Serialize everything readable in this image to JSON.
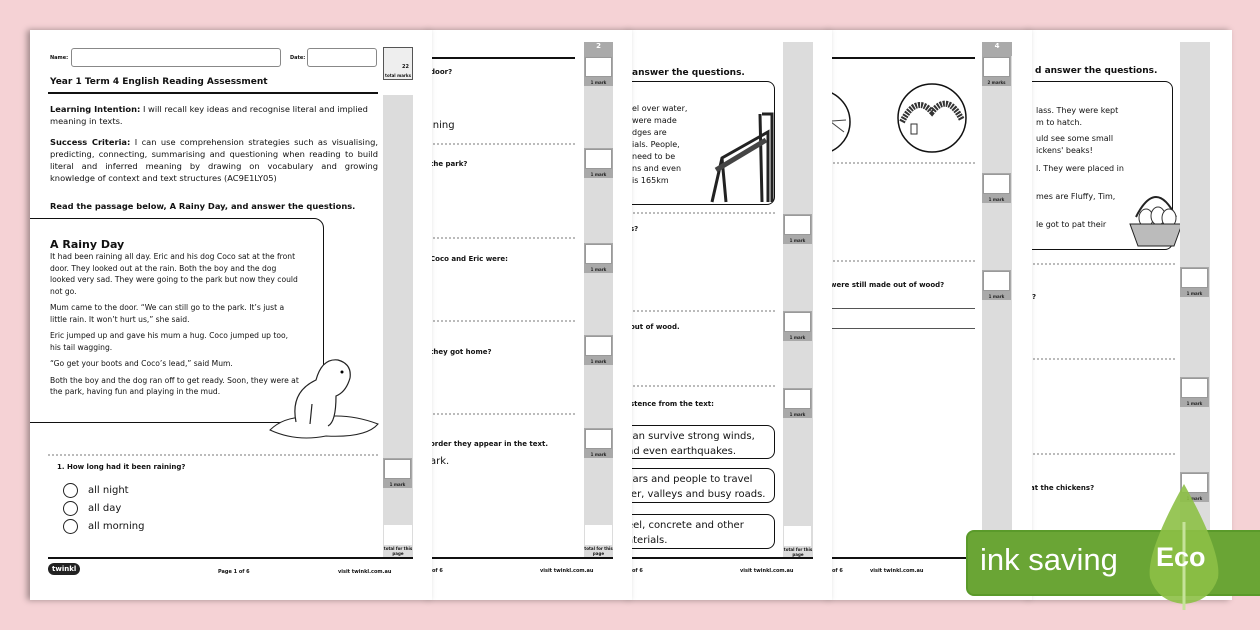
{
  "page1": {
    "name_label": "Name:",
    "date_label": "Date:",
    "total_marks": "22",
    "total_marks_label": "total marks",
    "title": "Year 1 Term 4 English Reading Assessment",
    "intention_label": "Learning Intention:",
    "intention": " I will recall key ideas and recognise literal and implied meaning in texts.",
    "criteria_label": "Success Criteria:",
    "criteria": " I can use comprehension strategies such as visualising, predicting, connecting, summarising and questioning when reading to build literal and inferred meaning by drawing on vocabulary and growing knowledge of context and text structures (AC9E1LY05)",
    "instruction": "Read the passage below, A Rainy Day, and answer the questions.",
    "story_title": "A Rainy Day",
    "story": [
      "It had been raining all day. Eric and his dog Coco sat at the front door. They looked out at the rain. Both the boy and the dog looked very sad. They were going to the park but now they could not go.",
      "Mum came to the door. “We can still go to the park. It’s just a little rain. It won’t hurt us,” she said.",
      "Eric jumped up and gave his mum a hug.  Coco jumped up too, his tail wagging.",
      "“Go get your boots and Coco’s lead,” said Mum.",
      "Both the boy and the dog ran off to get ready. Soon, they were at the park, having fun and playing in the mud."
    ],
    "question": "1.  How long had it been raining?",
    "options": [
      "all night",
      "all day",
      "all morning"
    ],
    "mark_label": "1 mark",
    "total_page_label": "total for this page",
    "logo": "twinkl",
    "page_num": "Page 1 of 6",
    "site": "visit twinkl.com.au"
  },
  "page2": {
    "number": "2",
    "lines": [
      "door?",
      "ining",
      "the park?",
      "Coco and Eric were:",
      "they got home?",
      "order they appear in the text.",
      "ark."
    ],
    "mark_label": "1 mark",
    "total_page_label": "total for this page",
    "page_num": "of 6",
    "site": "visit twinkl.com.au"
  },
  "page3": {
    "heading": "answer the questions.",
    "passage": [
      "el over water,",
      "were made",
      "dges are",
      "ials. People,",
      "need to be",
      "ns and even",
      "is 165km"
    ],
    "lines": [
      "s?",
      "out of wood.",
      "stence from the text:"
    ],
    "options": [
      "can survive strong winds, nd even earthquakes.",
      "cars and people to travel ter, valleys and busy roads.",
      "eel, concrete and other aterials."
    ],
    "mark_label": "1 mark",
    "total_page_label": "total for this page",
    "page_num": "of 6",
    "site": "visit twinkl.com.au"
  },
  "page4": {
    "number": "4",
    "marks2_label": "2 marks",
    "mark_label": "1 mark",
    "question": "were still made out of wood?",
    "page_num": "of 6",
    "site": "visit twinkl.com.au"
  },
  "page5": {
    "heading": "d answer the questions.",
    "passage": [
      "lass. They were kept",
      "m to hatch.",
      "uld see some small",
      "ickens' beaks!",
      "l. They were placed in",
      "mes are Fluffy, Tim,",
      "le got to pat their"
    ],
    "lines": [
      "?",
      "at the chickens?"
    ],
    "mark_label": "1 mark"
  },
  "badge": {
    "text": "ink saving",
    "eco": "Eco",
    "color": "#6aa535",
    "leaf_color": "#8dc046"
  }
}
